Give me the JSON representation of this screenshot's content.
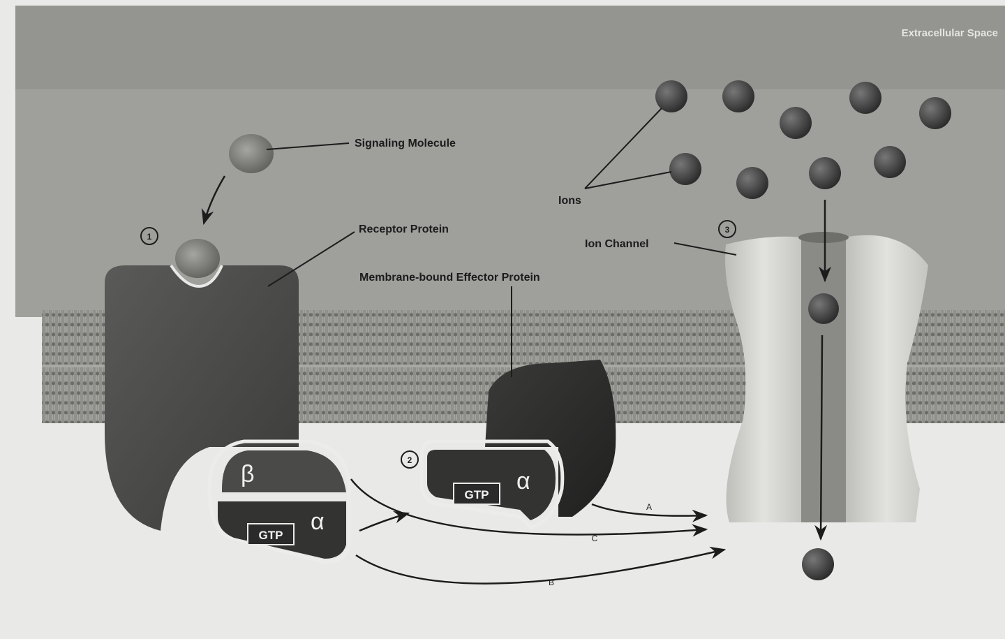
{
  "labels": {
    "extracellular_space": "Extracellular Space",
    "signaling_molecule": "Signaling Molecule",
    "receptor_protein": "Receptor Protein",
    "effector_protein": "Membrane-bound Effector Protein",
    "ions": "Ions",
    "ion_channel": "Ion Channel"
  },
  "steps": {
    "one": "1",
    "two": "2",
    "three": "3"
  },
  "gtp_label": "GTP",
  "subunits": {
    "alpha": "α",
    "beta": "β"
  },
  "pathways": {
    "a": "A",
    "b": "B",
    "c": "C"
  },
  "colors": {
    "paper": "#e9e9e7",
    "extracellular": "#9c9c99",
    "membrane": "#8d8d8a",
    "protein_dark": "#3e3e3c",
    "ion": "#3a3a38",
    "channel": "#cfcfcc"
  }
}
